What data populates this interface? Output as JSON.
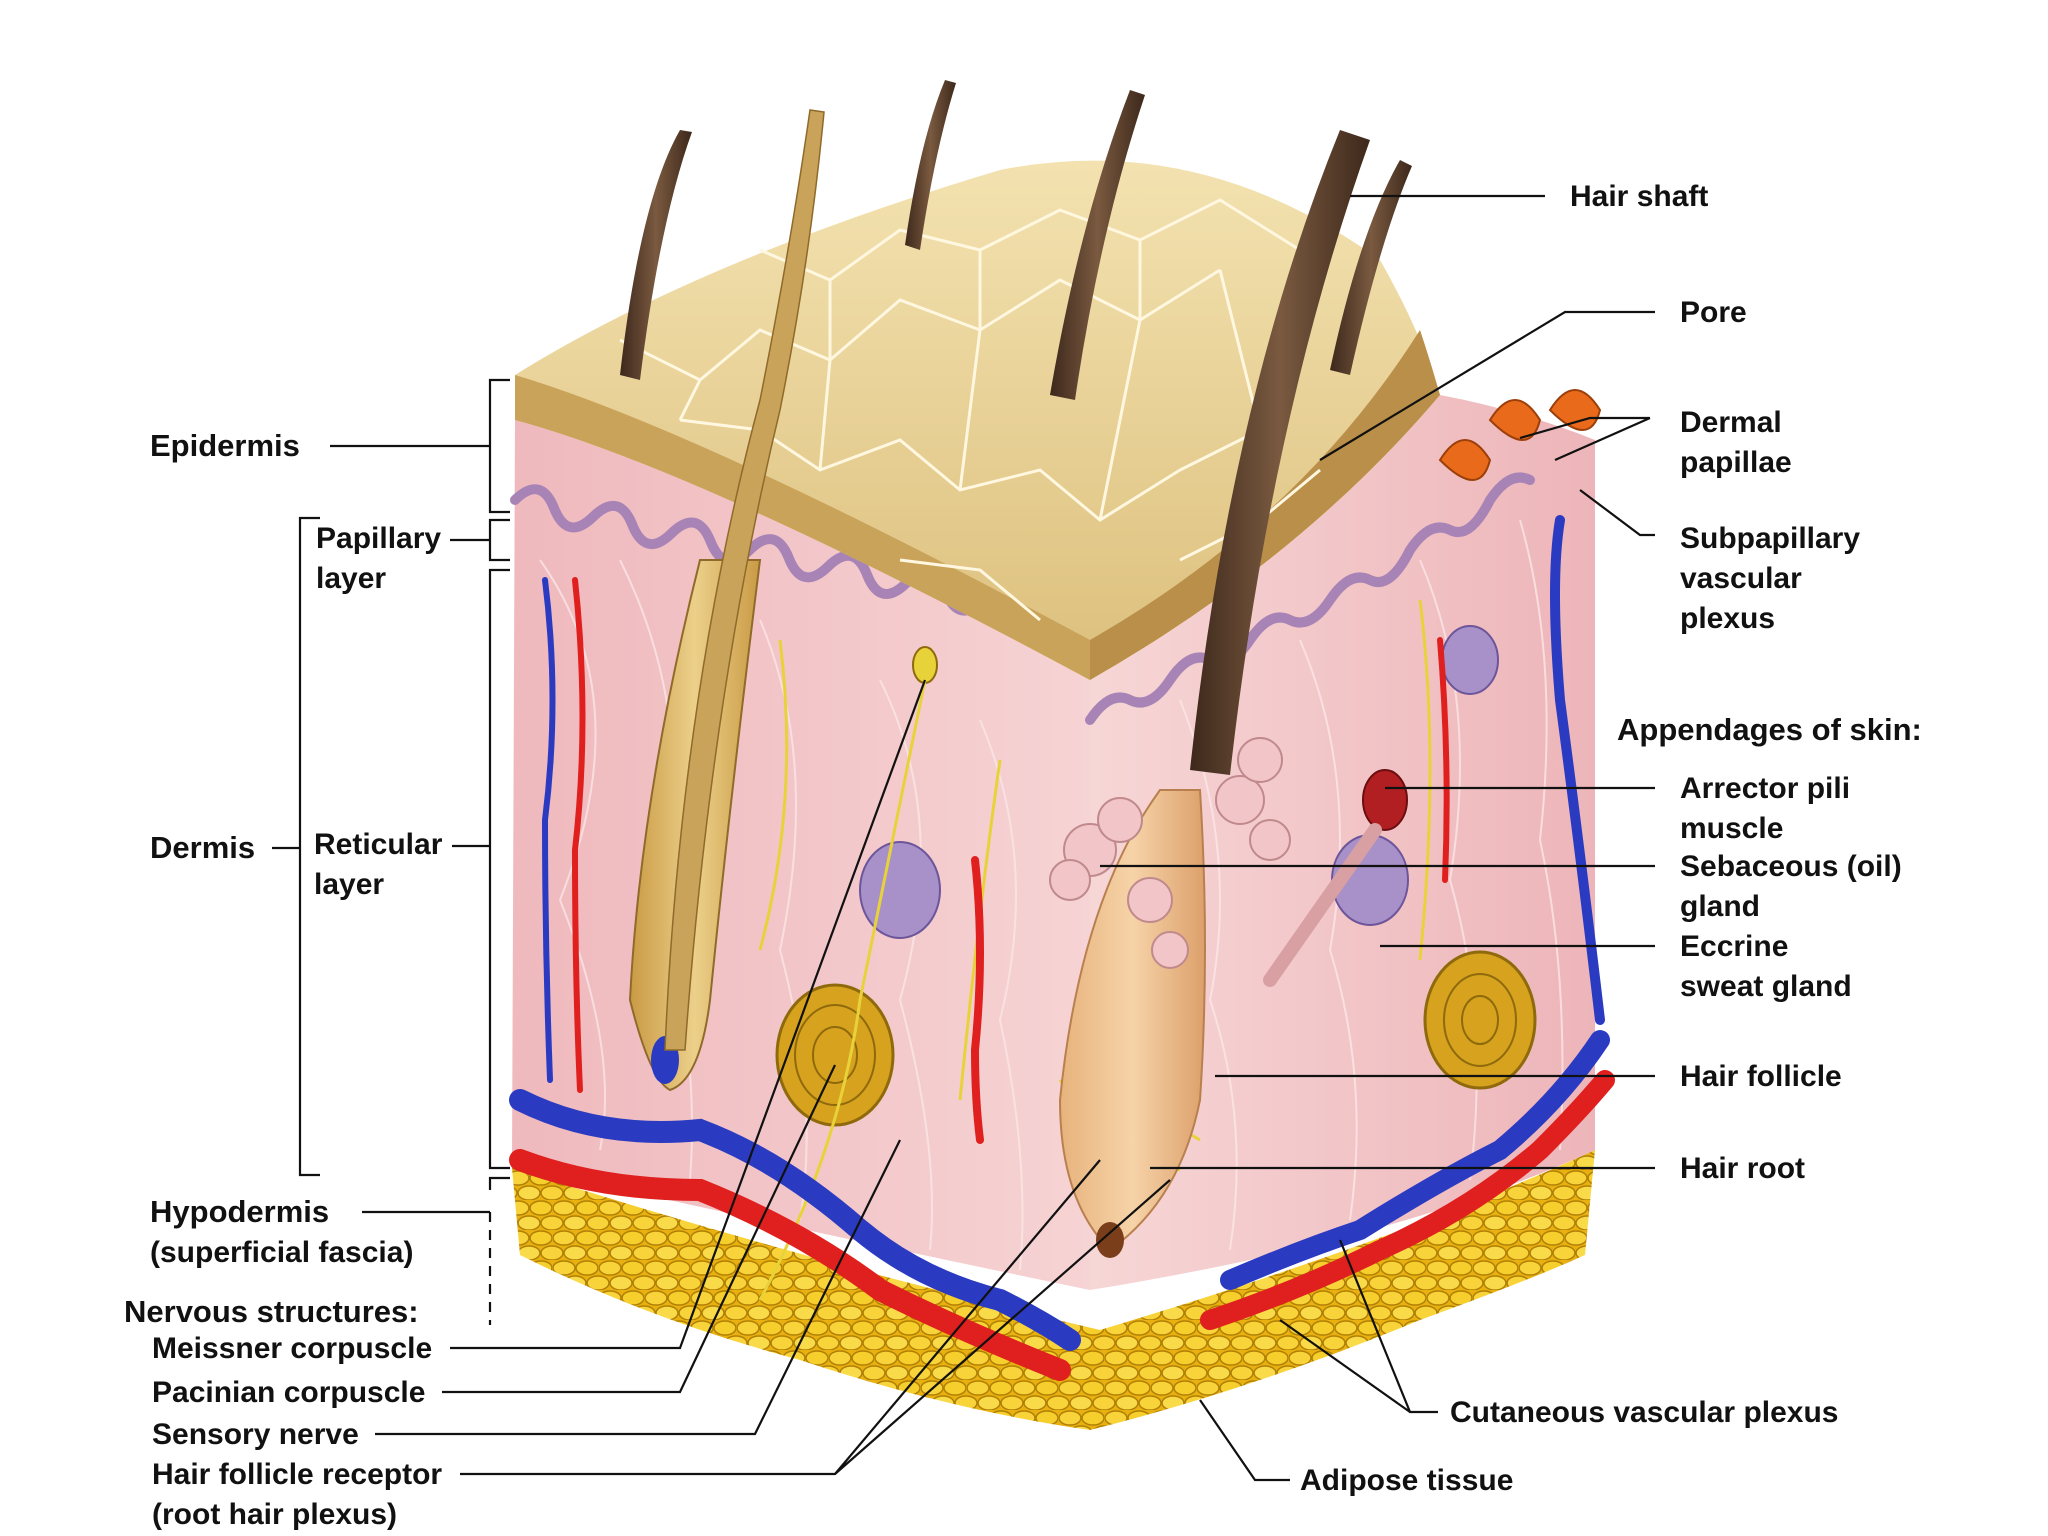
{
  "colors": {
    "epidermis_top": "#ead49a",
    "epidermis_cell_line": "#ffffff",
    "dermis": "#f1c3c6",
    "dermis_fiber": "#fbe6e7",
    "papillary_edge": "#a884b6",
    "artery": "#e0201e",
    "vein": "#2a3bc2",
    "adipose": "#f3c419",
    "adipose_edge": "#b07f06",
    "hair": "#5b3f2c",
    "nerve": "#e8d23a",
    "follicle": "#e2b777",
    "sebaceous": "#f2c6c8",
    "sweat_gland": "#a890c8",
    "pacinian": "#d7a21d",
    "leader_line": "#111111"
  },
  "labels": {
    "hair_shaft": "Hair shaft",
    "pore": "Pore",
    "dermal_papillae": [
      "Dermal",
      "papillae"
    ],
    "subpapillary": [
      "Subpapillary",
      "vascular",
      "plexus"
    ],
    "appendages_heading": "Appendages of skin:",
    "arrector_pili": [
      "Arrector pili",
      "muscle"
    ],
    "sebaceous": [
      "Sebaceous (oil)",
      "gland"
    ],
    "eccrine": [
      "Eccrine",
      "sweat gland"
    ],
    "hair_follicle": "Hair follicle",
    "hair_root": "Hair root",
    "epidermis": "Epidermis",
    "papillary_layer": [
      "Papillary",
      "layer"
    ],
    "dermis": "Dermis",
    "reticular_layer": [
      "Reticular",
      "layer"
    ],
    "hypodermis": [
      "Hypodermis",
      "(superficial fascia)"
    ],
    "nervous_heading": "Nervous structures:",
    "meissner": "Meissner corpuscle",
    "pacinian": "Pacinian corpuscle",
    "sensory_nerve": "Sensory nerve",
    "hair_follicle_receptor": [
      "Hair follicle receptor",
      "(root hair plexus)"
    ],
    "cutaneous_plexus": "Cutaneous vascular plexus",
    "adipose": "Adipose tissue"
  }
}
